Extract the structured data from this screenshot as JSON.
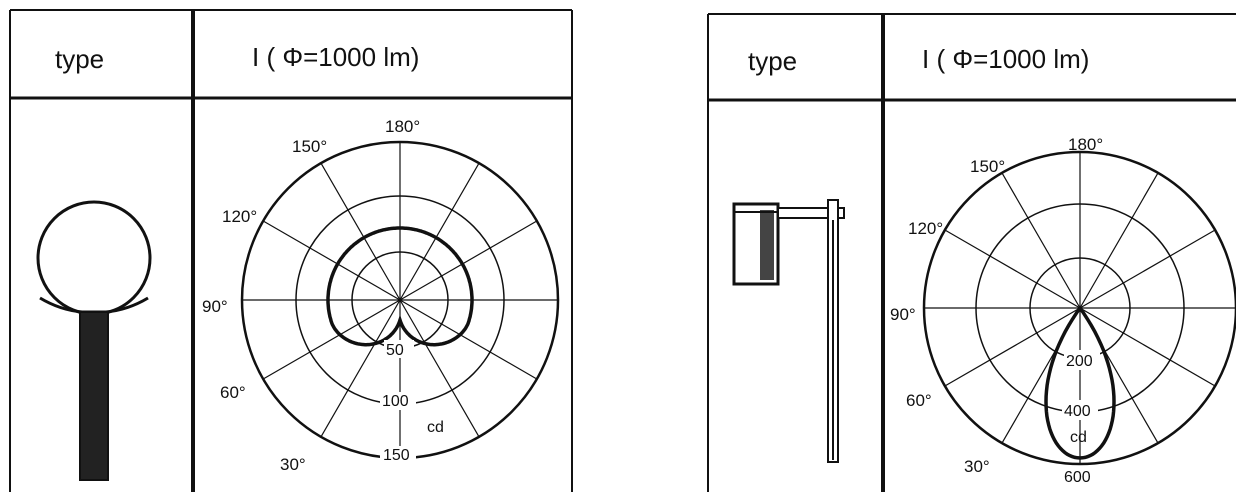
{
  "tables": [
    {
      "header_type": "type",
      "header_intensity": "I ( Φ=1000 lm)",
      "angle_labels": [
        "180°",
        "150°",
        "120°",
        "90°",
        "60°",
        "30°"
      ],
      "radial_labels": [
        "50",
        "100",
        "150"
      ],
      "unit_label": "cd",
      "ring_values": [
        50,
        100,
        150
      ]
    },
    {
      "header_type": "type",
      "header_intensity": "I ( Φ=1000 lm)",
      "angle_labels": [
        "180°",
        "150°",
        "120°",
        "90°",
        "60°",
        "30°"
      ],
      "radial_labels": [
        "200",
        "400",
        "600"
      ],
      "unit_label": "cd",
      "ring_values": [
        200,
        400,
        600
      ]
    }
  ]
}
